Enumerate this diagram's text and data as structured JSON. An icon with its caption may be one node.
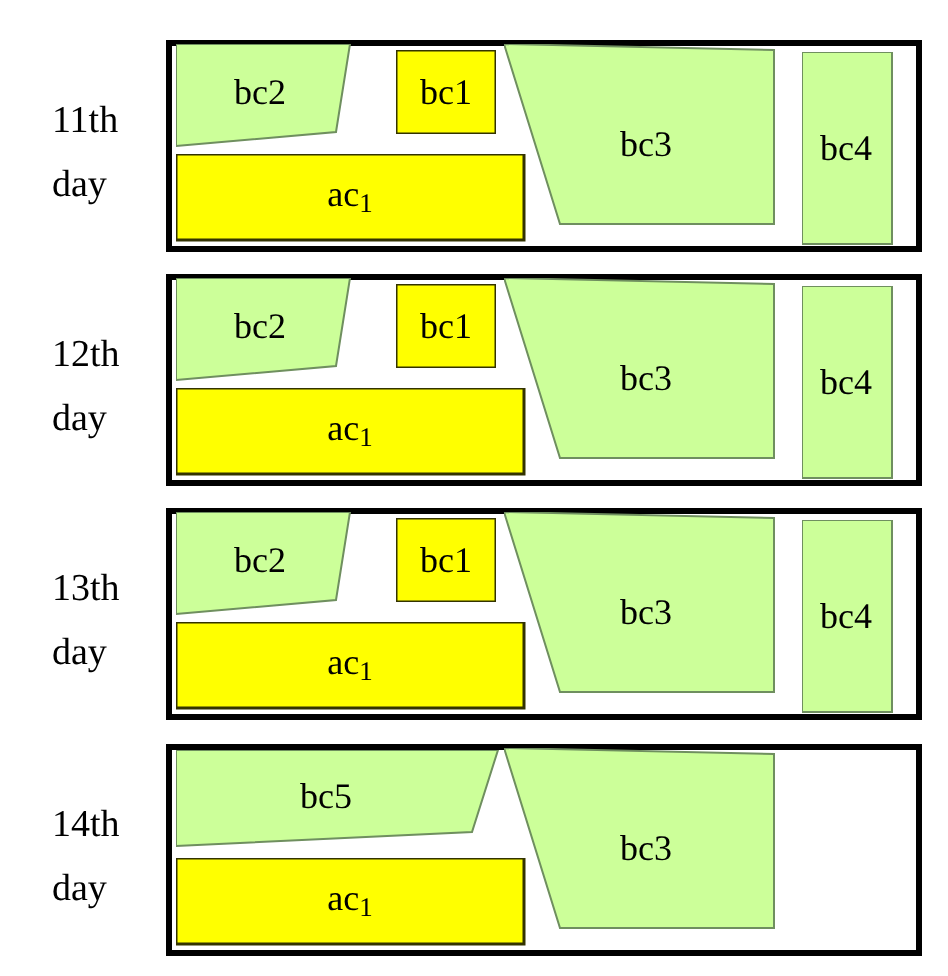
{
  "diagram": {
    "nodes": [
      {
        "text": [
          "11th day"
        ]
      },
      {
        "text": [
          "bc2"
        ],
        "in": 0
      },
      {
        "text": [
          "bc1"
        ],
        "in": 0
      },
      {
        "text": [
          "bc3"
        ],
        "in": 0
      },
      {
        "text": [
          "bc4"
        ],
        "in": 0
      },
      {
        "text": [
          "ac$_{1}$"
        ],
        "in": 0
      },
      {
        "text": [
          "12th day"
        ]
      },
      {
        "text": [
          "bc2"
        ],
        "in": 6
      },
      {
        "text": [
          "bc1"
        ],
        "in": 6
      },
      {
        "text": [
          "bc3"
        ],
        "in": 6
      },
      {
        "text": [
          "bc4"
        ],
        "in": 6
      },
      {
        "text": [
          "ac$_{1}$"
        ],
        "in": 6
      },
      {
        "text": [
          "13th day"
        ]
      },
      {
        "text": [
          "bc2"
        ],
        "in": 12
      },
      {
        "text": [
          "bc1"
        ],
        "in": 12
      },
      {
        "text": [
          "bc3"
        ],
        "in": 12
      },
      {
        "text": [
          "bc4"
        ],
        "in": 12
      },
      {
        "text": [
          "ac$_{1}$"
        ],
        "in": 12
      },
      {
        "text": [
          "14th day"
        ]
      },
      {
        "text": [
          "bc5"
        ],
        "in": 18
      },
      {
        "text": [
          "bc3"
        ],
        "in": 18
      },
      {
        "text": [
          "ac$_{1}$"
        ],
        "in": 18
      }
    ]
  }
}
